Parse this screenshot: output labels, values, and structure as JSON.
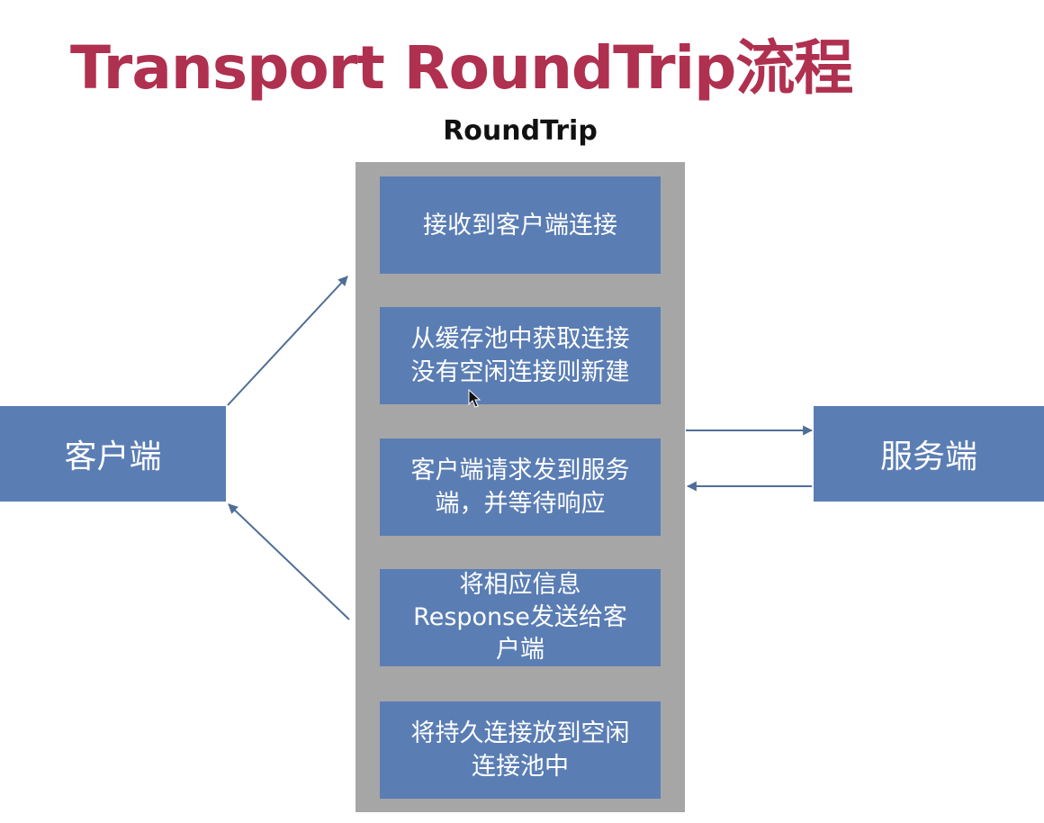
{
  "title": "Transport RoundTrip流程",
  "roundtrip": {
    "label": "RoundTrip",
    "steps": [
      {
        "line1": "接收到客户端连接",
        "line2": "",
        "line3": ""
      },
      {
        "line1": "从缓存池中获取连接",
        "line2": "没有空闲连接则新建",
        "line3": ""
      },
      {
        "line1": "客户端请求发到服务",
        "line2": "端，并等待响应",
        "line3": ""
      },
      {
        "line1": "将相应信息",
        "line2": "Response发送给客",
        "line3": "户端"
      },
      {
        "line1": "将持久连接放到空闲",
        "line2": "连接池中",
        "line3": ""
      }
    ]
  },
  "client": {
    "label": "客户端"
  },
  "server": {
    "label": "服务端"
  },
  "colors": {
    "title": "#b0304f",
    "box": "#5a7db4",
    "column": "#a6a6a6",
    "arrow": "#4f6e96"
  }
}
